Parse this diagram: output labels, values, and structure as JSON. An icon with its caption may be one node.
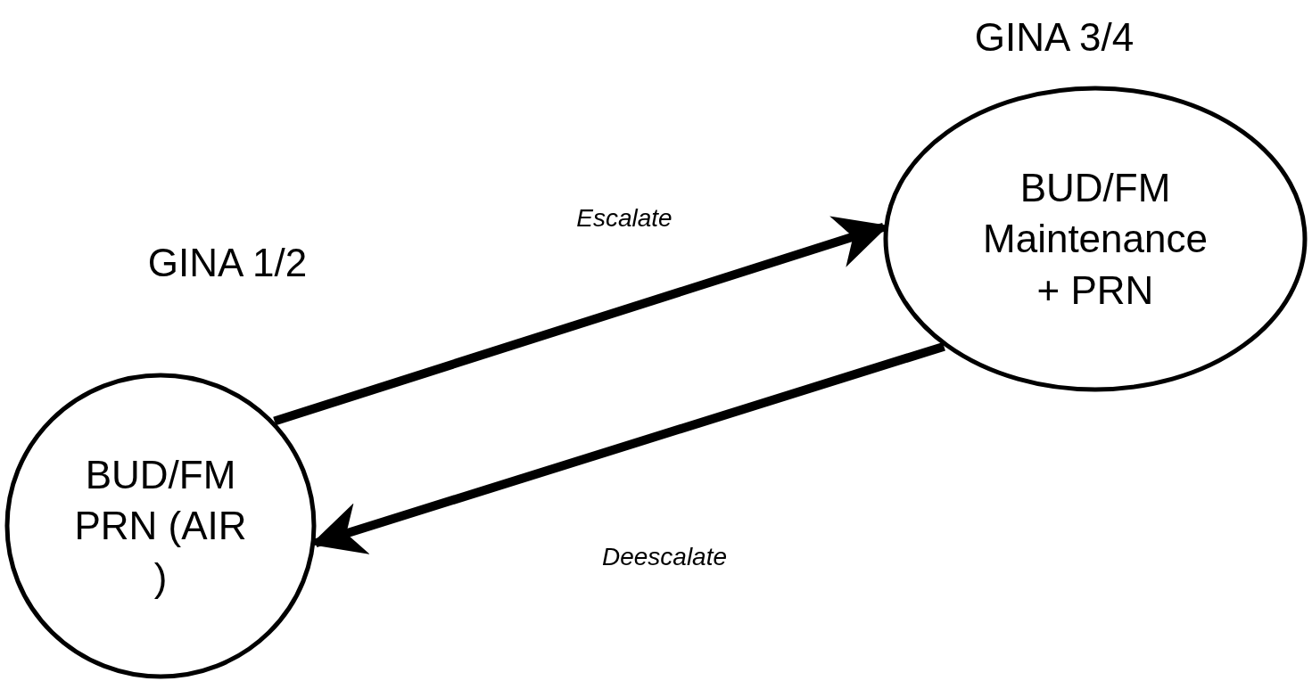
{
  "diagram": {
    "nodes": [
      {
        "text": [
          "GINA 1/2",
          "BUD/FM PRN (AIR )"
        ]
      },
      {
        "text": [
          "GINA 3/4",
          "BUD/FM Maintenance + PRN"
        ]
      }
    ],
    "edges": [
      {
        "from": 0,
        "to": 1,
        "arrow": "to",
        "label": "Escalate"
      },
      {
        "from": 1,
        "to": 0,
        "arrow": "to",
        "label": "Deescalate"
      }
    ]
  }
}
